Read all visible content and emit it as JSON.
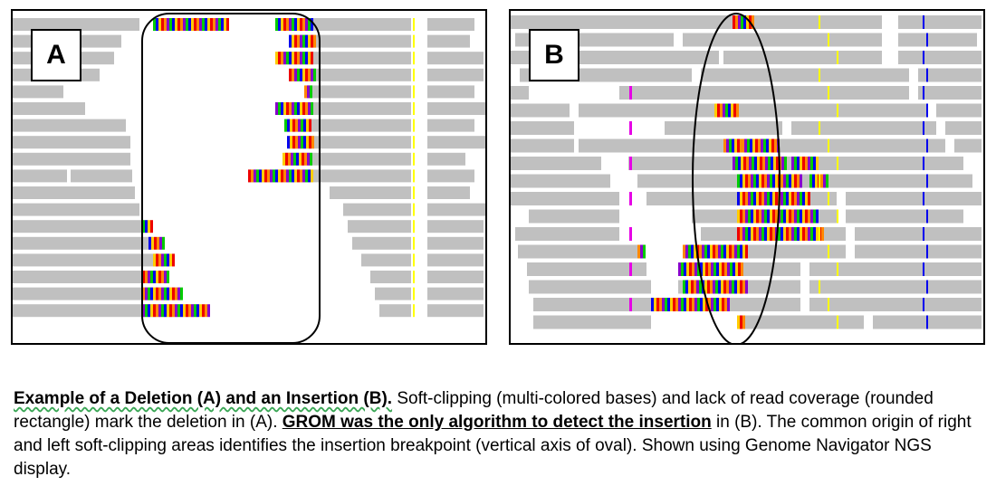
{
  "panels": {
    "a": {
      "label": "A"
    },
    "b": {
      "label": "B"
    }
  },
  "colors": {
    "read": "#c0c0c0",
    "border": "#000000",
    "base_A": "#00cc00",
    "base_C": "#0000ee",
    "base_G": "#ffcc00",
    "base_T": "#ee0000",
    "insertion": "#e600e6",
    "mismatch_yellow": "#ffff00",
    "caption_spellcheck": "#3aa655"
  },
  "caption": {
    "title": "Example of a Deletion (A) and an Insertion (B).",
    "part1": " Soft-clipping (multi-colored bases) and lack of read coverage (rounded rectangle) mark the deletion in (A). ",
    "highlight": "GROM was the only algorithm to detect the insertion",
    "part2": " in (B). The common origin of right and left soft-clipping areas identifies the insertion breakpoint (vertical axis of oval). Shown using Genome Navigator NGS display."
  }
}
